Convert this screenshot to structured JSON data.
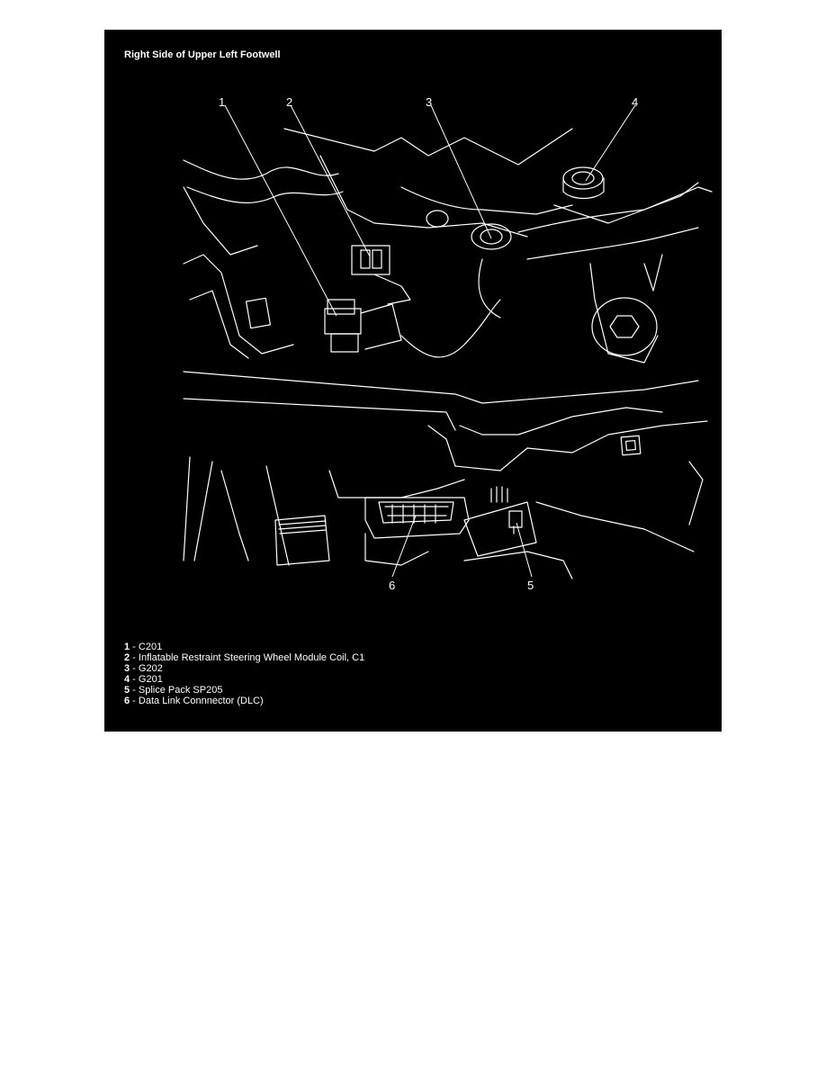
{
  "figure": {
    "title": "Right Side of Upper Left Footwell",
    "callouts": [
      "1",
      "2",
      "3",
      "4",
      "5",
      "6"
    ],
    "legend": [
      {
        "num": "1",
        "text": " - C201"
      },
      {
        "num": "2",
        "text": " - Inflatable Restraint Steering Wheel Module Coil, C1"
      },
      {
        "num": "3",
        "text": " - G202"
      },
      {
        "num": "4",
        "text": " - G201"
      },
      {
        "num": "5",
        "text": " - Splice Pack SP205"
      },
      {
        "num": "6",
        "text": " - Data Link Connnector (DLC)"
      }
    ]
  }
}
